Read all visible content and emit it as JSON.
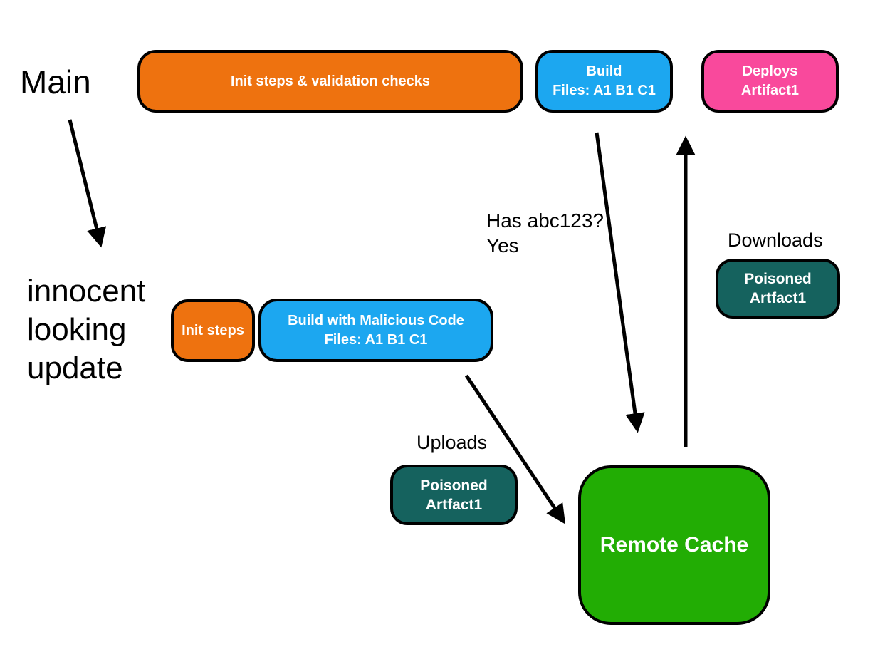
{
  "colors": {
    "orange": "#EE720F",
    "blue": "#1CA7F0",
    "pink": "#F9499C",
    "teal": "#15625E",
    "green": "#22AD04",
    "arrow_stroke": "#000000",
    "background": "#FFFFFF",
    "node_text": "#FFFFFF",
    "label_text": "#000000"
  },
  "labels": {
    "main": "Main",
    "innocent_update": "innocent\nlooking\nupdate",
    "has_abc123": "Has abc123?\nYes",
    "downloads": "Downloads",
    "uploads": "Uploads"
  },
  "nodes": {
    "init_validation": {
      "label": "Init steps & validation checks"
    },
    "build_main": {
      "label": "Build\nFiles: A1 B1 C1"
    },
    "deploys_artifact": {
      "label": "Deploys\nArtifact1"
    },
    "init_steps": {
      "label": "Init steps"
    },
    "build_malicious": {
      "label": "Build with Malicious Code\nFiles: A1 B1 C1"
    },
    "poisoned_download": {
      "label": "Poisoned\nArtfact1"
    },
    "poisoned_upload": {
      "label": "Poisoned\nArtfact1"
    },
    "remote_cache": {
      "label": "Remote Cache"
    }
  },
  "arrows": [
    {
      "name": "main-to-innocent-update",
      "from": "Main",
      "to": "innocent looking update"
    },
    {
      "name": "build-to-remote-cache",
      "from": "Build",
      "to": "Remote Cache",
      "annotation": "Has abc123? Yes"
    },
    {
      "name": "remote-cache-to-deploys",
      "from": "Remote Cache",
      "to": "Deploys Artifact1",
      "annotation": "Downloads Poisoned Artfact1"
    },
    {
      "name": "build-malicious-to-remote-cache",
      "from": "Build with Malicious Code",
      "to": "Remote Cache",
      "annotation": "Uploads Poisoned Artfact1"
    }
  ]
}
